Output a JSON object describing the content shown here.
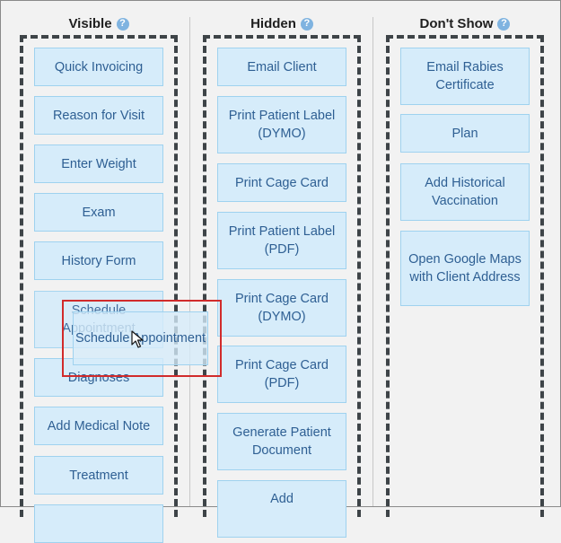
{
  "columns": [
    {
      "title": "Visible",
      "items": [
        "Quick Invoicing",
        "Reason for Visit",
        "Enter Weight",
        "Exam",
        "History Form",
        "Schedule Appointment",
        "Diagnoses",
        "Add Medical Note",
        "Treatment"
      ]
    },
    {
      "title": "Hidden",
      "items": [
        "Email Client",
        "Print Patient Label (DYMO)",
        "Print Cage Card",
        "Print Patient Label (PDF)",
        "Print Cage Card (DYMO)",
        "Print Cage Card (PDF)",
        "Generate Patient Document",
        "Add"
      ]
    },
    {
      "title": "Don't Show",
      "items": [
        "Email Rabies Certificate",
        "Plan",
        "Add Historical Vaccination",
        "Open Google Maps with Client Address"
      ]
    }
  ],
  "help_glyph": "?",
  "dragging_item": "Schedule Appointment"
}
